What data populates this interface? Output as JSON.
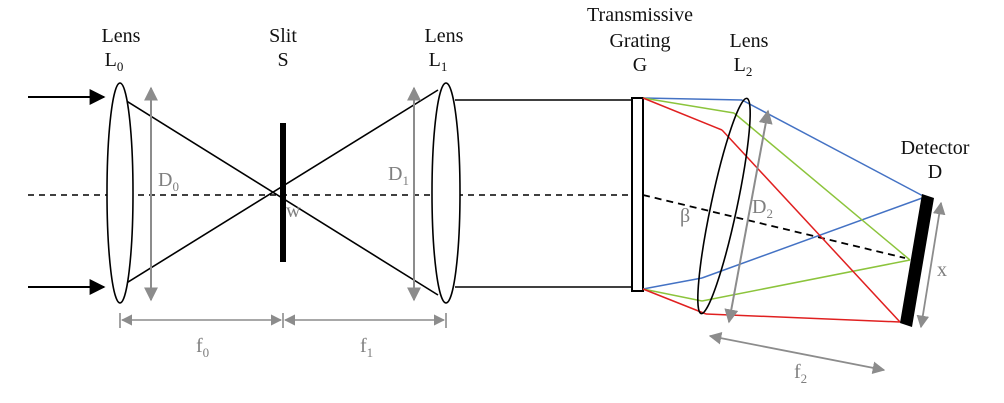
{
  "diagram": {
    "lens_l0": {
      "name": "Lens",
      "symbol": "L",
      "sub": "0",
      "aperture_symbol": "D",
      "aperture_sub": "0"
    },
    "slit": {
      "name": "Slit",
      "symbol": "S",
      "width_symbol": "w"
    },
    "lens_l1": {
      "name": "Lens",
      "symbol": "L",
      "sub": "1",
      "aperture_symbol": "D",
      "aperture_sub": "1"
    },
    "grating": {
      "line1": "Transmissive",
      "line2": "Grating",
      "symbol": "G",
      "angle_symbol": "β"
    },
    "lens_l2": {
      "name": "Lens",
      "symbol": "L",
      "sub": "2",
      "aperture_symbol": "D",
      "aperture_sub": "2"
    },
    "detector": {
      "name": "Detector",
      "symbol": "D",
      "size_symbol": "x"
    },
    "focal": {
      "f0": {
        "symbol": "f",
        "sub": "0"
      },
      "f1": {
        "symbol": "f",
        "sub": "1"
      },
      "f2": {
        "symbol": "f",
        "sub": "2"
      }
    },
    "colors": {
      "beam": "#000000",
      "dimension": "#8c8c8c",
      "ray_blue": "#4472c4",
      "ray_green": "#8cc43c",
      "ray_red": "#e02020",
      "detector": "#000000"
    }
  }
}
